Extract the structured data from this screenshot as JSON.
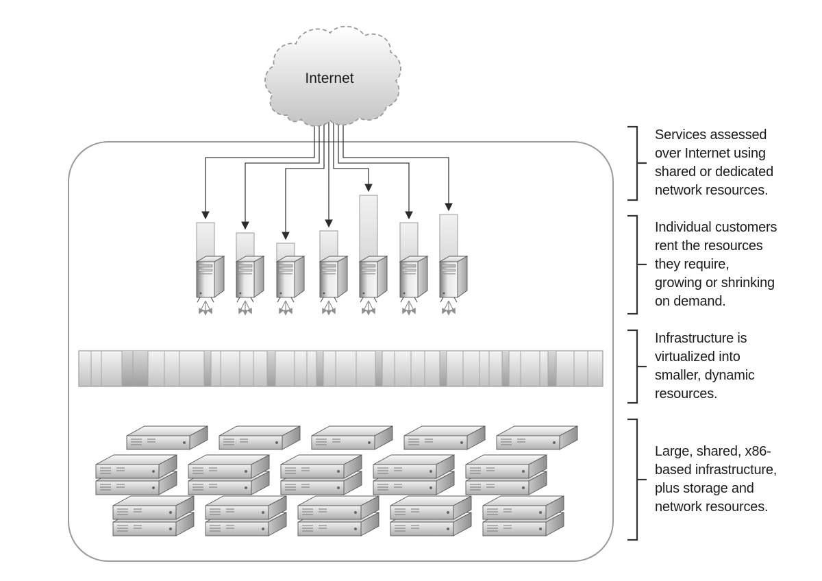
{
  "cloud": {
    "label": "Internet"
  },
  "annotations": [
    {
      "id": "services",
      "lines": [
        "Services assessed",
        "over Internet using",
        "shared or dedicated",
        "network resources."
      ]
    },
    {
      "id": "customers",
      "lines": [
        "Individual customers",
        "rent the resources",
        "they require,",
        "growing or shrinking",
        "on demand."
      ]
    },
    {
      "id": "virtualized",
      "lines": [
        "Infrastructure is",
        "virtualized into",
        "smaller, dynamic",
        "resources."
      ]
    },
    {
      "id": "infrastructure",
      "lines": [
        "Large, shared, x86-",
        "based infrastructure,",
        "plus storage and",
        "network resources."
      ]
    }
  ],
  "counts": {
    "customer_servers": 7,
    "annotation_brackets": 4
  },
  "colors": {
    "outline": "#999999",
    "arrow": "#2b2b2b",
    "text": "#1b1b1b",
    "fill_light": "#ececec",
    "fill_mid": "#c9c9c9",
    "bracket": "#333333"
  }
}
